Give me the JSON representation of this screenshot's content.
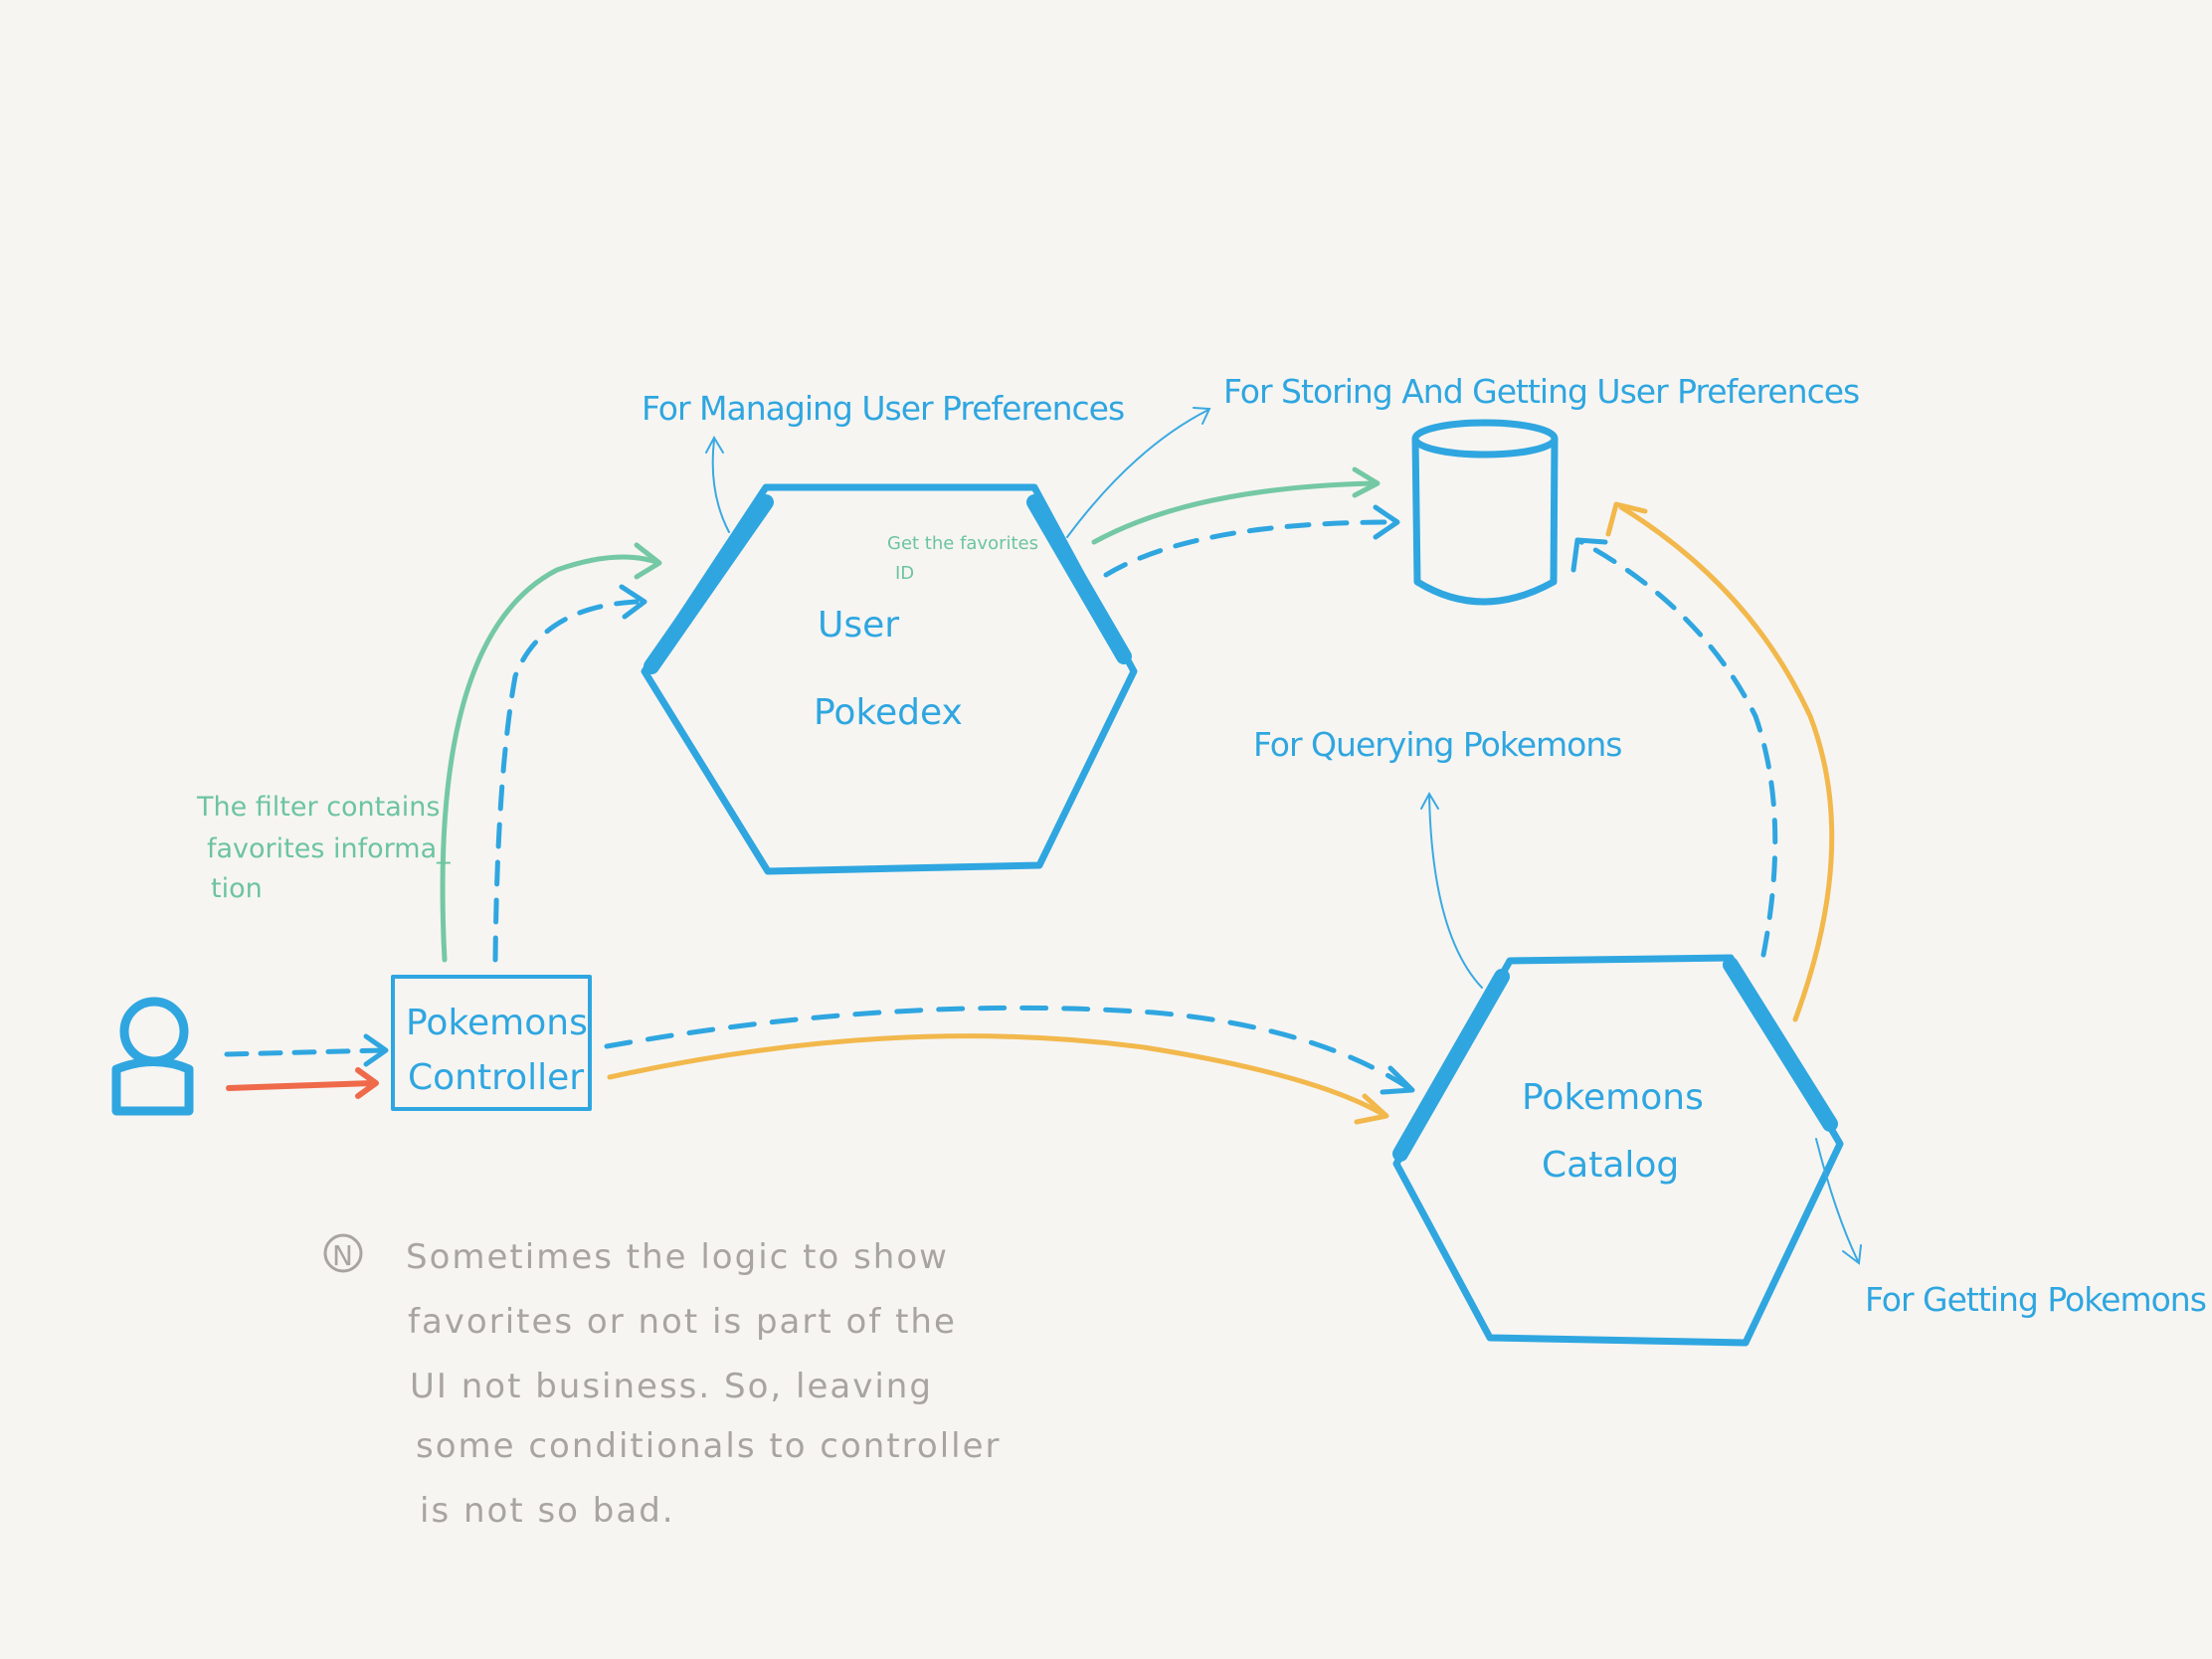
{
  "nodes": {
    "user_pokedex": {
      "line1": "User",
      "line2": "Pokedex"
    },
    "pokemons_catalog": {
      "line1": "Pokemons",
      "line2": "Catalog"
    },
    "controller": {
      "line1": "Pokemons",
      "line2": "Controller"
    }
  },
  "port_labels": {
    "managing_prefs": "For Managing User Preferences",
    "storing_prefs": "For Storing And Getting User Preferences",
    "querying_pokemons": "For Querying Pokemons",
    "getting_pokemons": "For Getting Pokemons"
  },
  "annotations": {
    "favorites_id_line1": "Get the favorites",
    "favorites_id_line2": "ID",
    "filter_line1": "The filter contains",
    "filter_line2": "favorites informa_",
    "filter_line3": "tion"
  },
  "note": {
    "marker": "N",
    "line1": "Sometimes the logic to show",
    "line2": "favorites or not is part of the",
    "line3": "UI not business. So, leaving",
    "line4": "some conditionals to controller",
    "line5": "is not so bad."
  },
  "colors": {
    "primary": "#2fa6e0",
    "green": "#74c8a4",
    "yellow": "#f2b84c",
    "red": "#ef6a4a",
    "note_gray": "#a8a5a0",
    "background": "#f6f5f2"
  }
}
